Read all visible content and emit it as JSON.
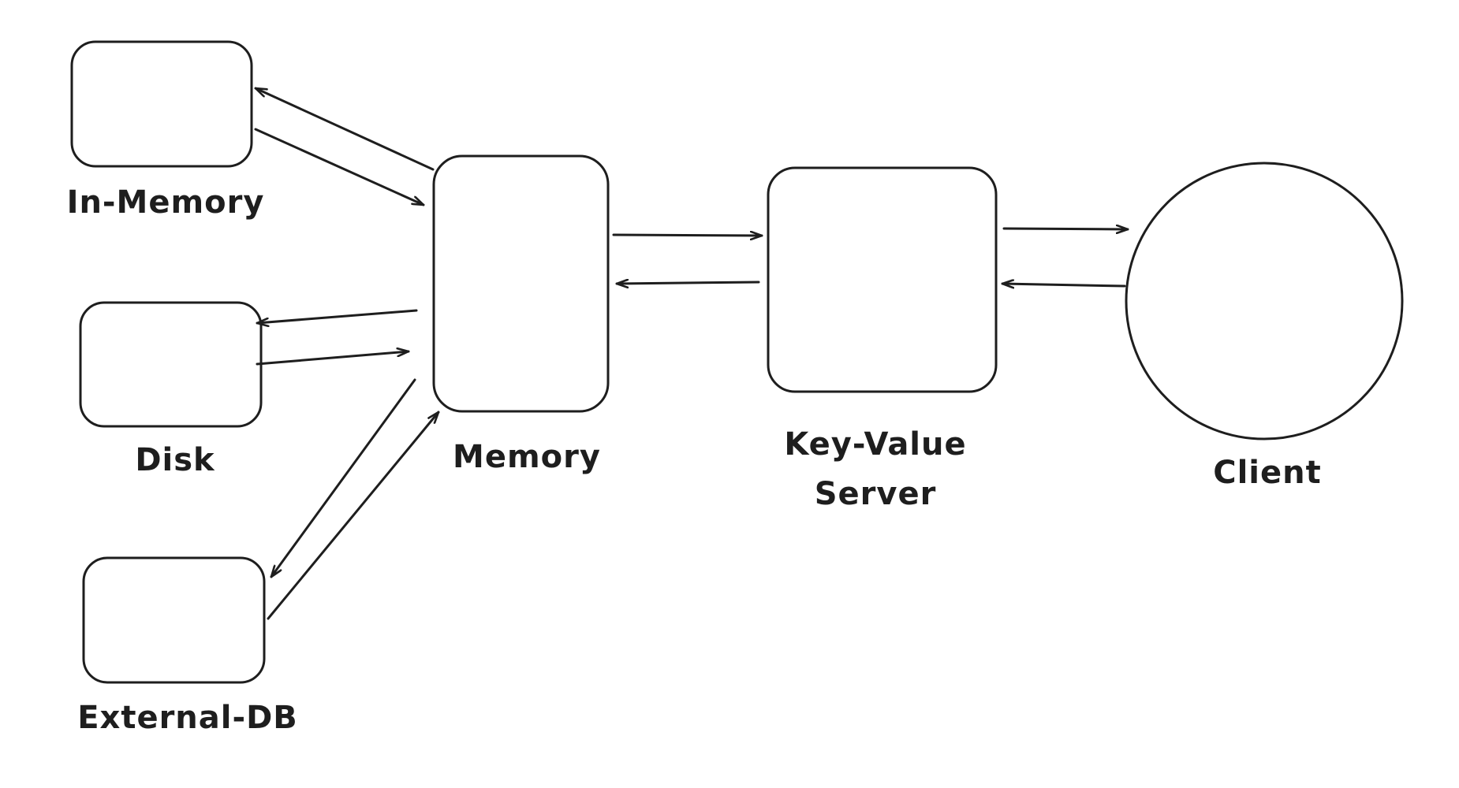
{
  "nodes": {
    "in_memory": {
      "label": "In-Memory"
    },
    "disk": {
      "label": "Disk"
    },
    "external_db": {
      "label": "External-DB"
    },
    "memory": {
      "label": "Memory"
    },
    "kv_server": {
      "label_line1": "Key-Value",
      "label_line2": "Server"
    },
    "client": {
      "label": "Client"
    }
  },
  "colors": {
    "stroke": "#1e1e1e",
    "background": "#ffffff"
  }
}
